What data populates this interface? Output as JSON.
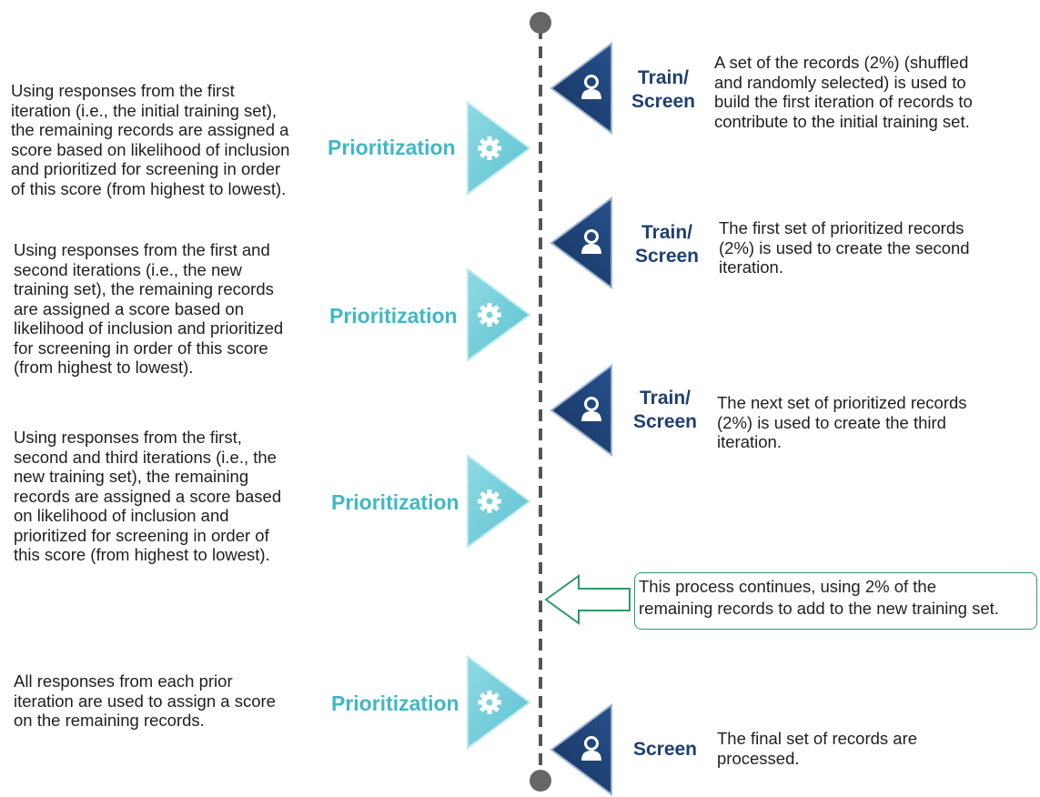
{
  "prioritization_steps": [
    {
      "label": "Prioritization",
      "description": "Using responses from the first\niteration (i.e., the initial training set),\nthe remaining records are assigned a\nscore based on likelihood of inclusion\nand prioritized for screening in order\nof this score (from highest to lowest)."
    },
    {
      "label": "Prioritization",
      "description": "Using responses from the first and\nsecond iterations (i.e., the new\ntraining set), the remaining records\nare assigned a score based on\nlikelihood of inclusion and prioritized\nfor screening in order of this score\n(from highest to lowest)."
    },
    {
      "label": "Prioritization",
      "description": "Using responses from the first,\nsecond and third iterations (i.e., the\nnew training set), the remaining\nrecords are assigned a score based\non likelihood of inclusion and\nprioritized for screening in order of\nthis score (from highest to lowest)."
    },
    {
      "label": "Prioritization",
      "description": "All responses from each prior\niteration are used to assign a score\non the remaining records."
    }
  ],
  "screen_steps": [
    {
      "label": "Train/\nScreen",
      "description": "A set of the records (2%) (shuffled\nand randomly selected) is used to\nbuild the first iteration of records to\ncontribute to the initial training set."
    },
    {
      "label": "Train/\nScreen",
      "description": "The first set of prioritized records\n(2%) is used to create the second\niteration."
    },
    {
      "label": "Train/\nScreen",
      "description": "The next set of prioritized records\n(2%) is used to create the third\niteration."
    },
    {
      "label": "Screen",
      "description": "The final set of records are\nprocessed."
    }
  ],
  "callout": {
    "text": "This process continues, using 2% of the\nremaining records to add to the new training set."
  },
  "colors": {
    "timeline": "#555555",
    "prioritization": "#7fd0dc",
    "prioritization_text": "#3fb8c6",
    "screen": "#1f3f73",
    "callout": "#2e9a6c"
  },
  "icons": {
    "prioritization": "gear-icon",
    "screen": "person-icon"
  }
}
